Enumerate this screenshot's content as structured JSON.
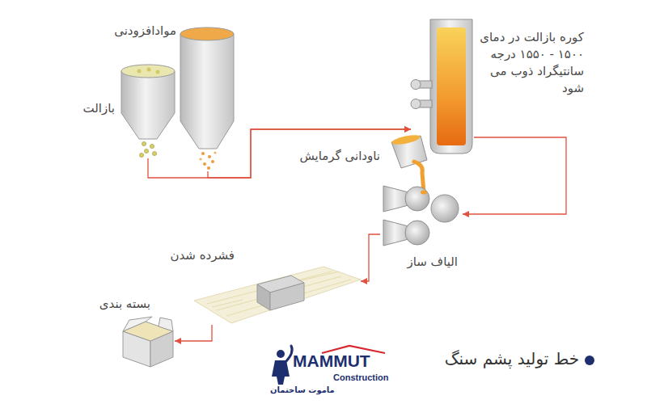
{
  "diagram": {
    "title": "خط تولید پشم سنگ",
    "nodes": [
      {
        "text": [
          "بازالت"
        ]
      },
      {
        "text": [
          "موادافزودنی"
        ]
      },
      {
        "text": [
          "کوره بازالت در دمای ۱۵۰۰ - ۱۵۵۰ درجه سانتیگراد ذوب می شود"
        ]
      },
      {
        "text": [
          "ناودانی گرمایش"
        ]
      },
      {
        "text": [
          "الیاف ساز"
        ]
      },
      {
        "text": [
          "فشرده شدن"
        ]
      },
      {
        "text": [
          "بسته بندی"
        ]
      }
    ],
    "edges": [
      {
        "from": 0,
        "to": 2,
        "arrow": "to"
      },
      {
        "from": 1,
        "to": 2,
        "arrow": "to"
      },
      {
        "from": 2,
        "to": 4,
        "arrow": "to"
      },
      {
        "from": 4,
        "to": 5,
        "arrow": "to"
      },
      {
        "from": 5,
        "to": 6,
        "arrow": "to"
      }
    ],
    "labels": [
      "MAMMUT",
      "Construction",
      "ماموت ساختمان"
    ]
  }
}
